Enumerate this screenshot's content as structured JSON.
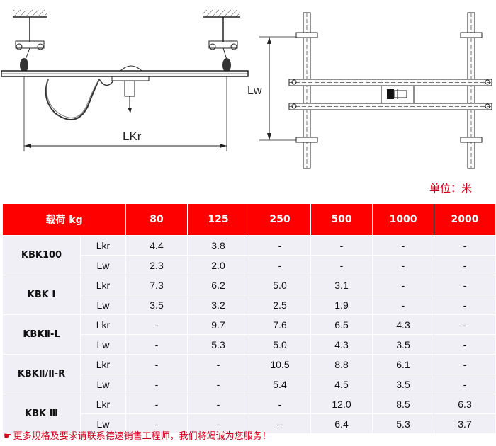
{
  "diagram": {
    "left_dimension_label": "LKr",
    "right_dimension_label": "Lw"
  },
  "unit_label": "单位：米",
  "table": {
    "header_label": "载荷 kg",
    "load_columns": [
      "80",
      "125",
      "250",
      "500",
      "1000",
      "2000"
    ],
    "groups": [
      {
        "model": "KBK100",
        "rows": [
          {
            "param": "Lkr",
            "values": [
              "4.4",
              "3.8",
              "-",
              "-",
              "-",
              "-"
            ]
          },
          {
            "param": "Lw",
            "values": [
              "2.3",
              "2.0",
              "-",
              "-",
              "-",
              "-"
            ]
          }
        ]
      },
      {
        "model": "KBK Ⅰ",
        "rows": [
          {
            "param": "Lkr",
            "values": [
              "7.3",
              "6.2",
              "5.0",
              "3.1",
              "-",
              "-"
            ]
          },
          {
            "param": "Lw",
            "values": [
              "3.5",
              "3.2",
              "2.5",
              "1.9",
              "-",
              "-"
            ]
          }
        ]
      },
      {
        "model": "KBKⅡ-L",
        "rows": [
          {
            "param": "Lkr",
            "values": [
              "-",
              "9.7",
              "7.6",
              "6.5",
              "4.3",
              "-"
            ]
          },
          {
            "param": "Lw",
            "values": [
              "-",
              "5.3",
              "5.0",
              "4.3",
              "3.5",
              "-"
            ]
          }
        ]
      },
      {
        "model": "KBKⅡ/Ⅱ-R",
        "rows": [
          {
            "param": "Lkr",
            "values": [
              "-",
              "-",
              "10.5",
              "8.8",
              "6.1",
              "-"
            ]
          },
          {
            "param": "Lw",
            "values": [
              "-",
              "-",
              "5.4",
              "4.5",
              "3.5",
              "-"
            ]
          }
        ]
      },
      {
        "model": "KBK Ⅲ",
        "rows": [
          {
            "param": "Lkr",
            "values": [
              "-",
              "-",
              "-",
              "12.0",
              "8.5",
              "6.3"
            ]
          },
          {
            "param": "Lw",
            "values": [
              "-",
              "-",
              "--",
              "6.4",
              "5.3",
              "3.7"
            ]
          }
        ]
      }
    ]
  },
  "footer_note": "更多规格及要求请联系德速销售工程师，我们将竭诚为您服务！",
  "colors": {
    "header_bg": "#ff0000",
    "cell_bg": "#f0eff6",
    "accent_text": "#d4001a"
  }
}
